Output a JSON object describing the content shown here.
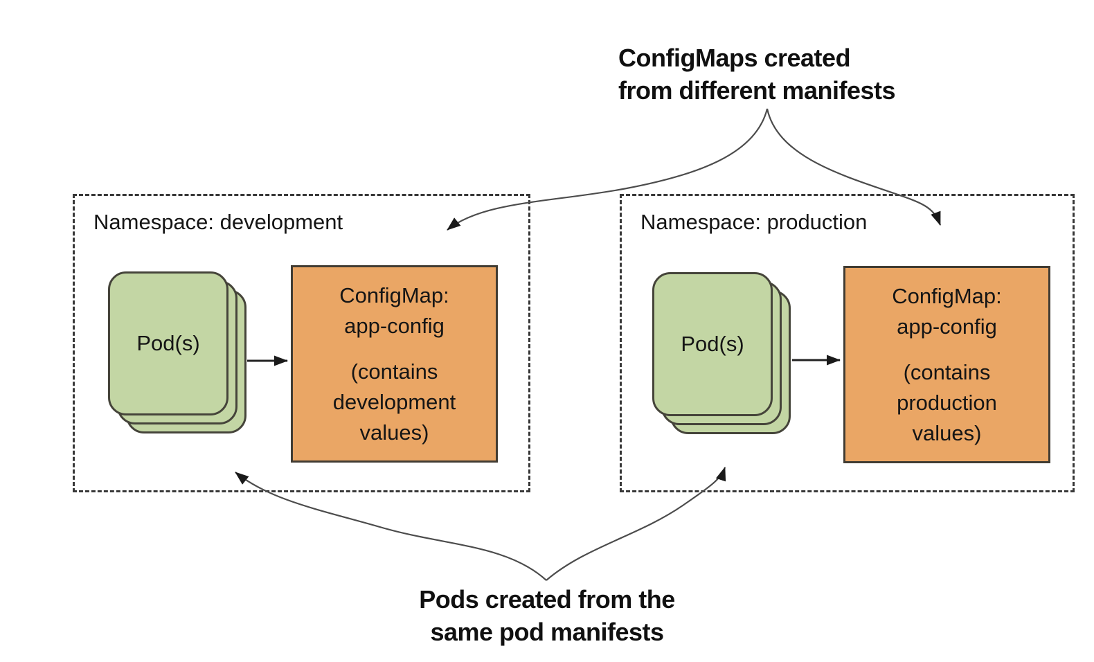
{
  "diagram": {
    "annotations": {
      "top": [
        "ConfigMaps created",
        "from different manifests"
      ],
      "bottom": [
        "Pods created from the",
        "same pod manifests"
      ]
    },
    "namespaces": [
      {
        "label": "Namespace: development",
        "pod_label": "Pod(s)",
        "configmap_name": "ConfigMap:\napp-config",
        "configmap_note": "(contains\ndevelopment\nvalues)"
      },
      {
        "label": "Namespace: production",
        "pod_label": "Pod(s)",
        "configmap_name": "ConfigMap:\napp-config",
        "configmap_note": "(contains\nproduction\nvalues)"
      }
    ],
    "colors": {
      "pod_fill": "#c3d6a4",
      "pod_border": "#45443a",
      "configmap_fill": "#eaa665",
      "configmap_border": "#413c33",
      "box_border": "#383838",
      "arrow_line": "#4c4c4c",
      "arrow_head": "#1a1a1a",
      "text": "#151515"
    }
  }
}
